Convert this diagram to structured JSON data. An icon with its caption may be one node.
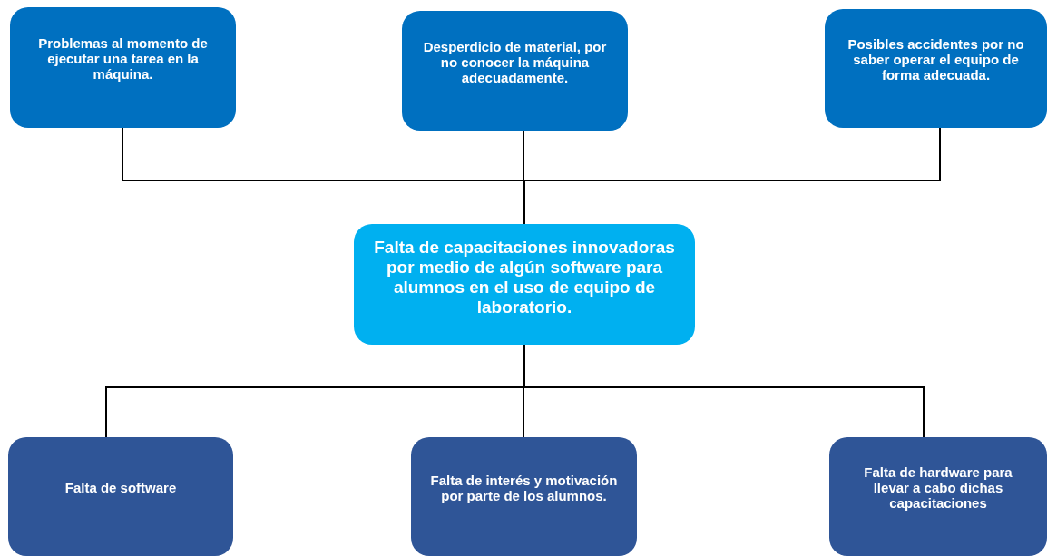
{
  "diagram": {
    "nodes": [
      {
        "text": [
          "Problemas al momento de ejecutar una tarea en la máquina."
        ]
      },
      {
        "text": [
          "Desperdicio de material, por no conocer la máquina adecuadamente."
        ]
      },
      {
        "text": [
          "Posibles accidentes por no saber operar el equipo de forma adecuada."
        ]
      },
      {
        "text": [
          "Falta de capacitaciones innovadoras por medio de algún software para alumnos en el uso de equipo de laboratorio."
        ]
      },
      {
        "text": [
          "Falta de software"
        ]
      },
      {
        "text": [
          "Falta de interés y motivación por parte de los alumnos."
        ]
      },
      {
        "text": [
          "Falta de hardware para llevar a cabo dichas capacitaciones"
        ]
      }
    ],
    "edges": [
      {
        "from": 0,
        "to": 3,
        "arrow": "none"
      },
      {
        "from": 1,
        "to": 3,
        "arrow": "none"
      },
      {
        "from": 2,
        "to": 3,
        "arrow": "none"
      },
      {
        "from": 3,
        "to": 4,
        "arrow": "none"
      },
      {
        "from": 3,
        "to": 5,
        "arrow": "none"
      },
      {
        "from": 3,
        "to": 6,
        "arrow": "none"
      }
    ]
  }
}
